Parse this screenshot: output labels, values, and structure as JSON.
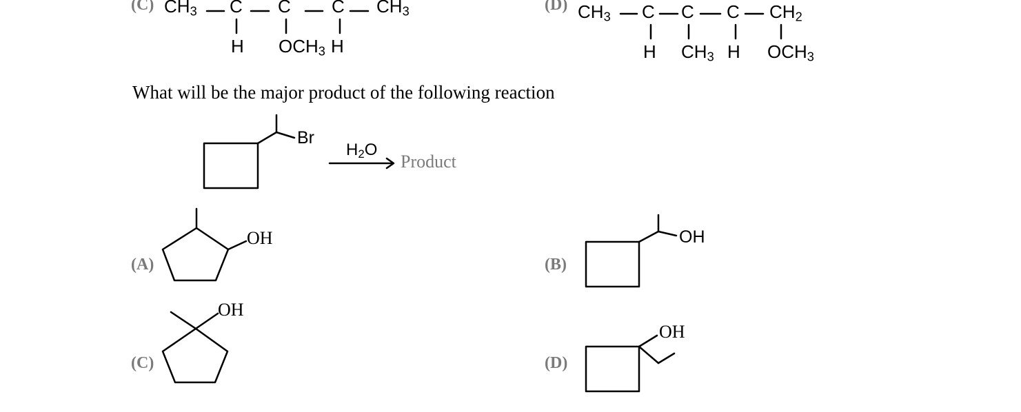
{
  "prev": {
    "C": {
      "label": "(C)",
      "ch3_left": "CH3",
      "c": "C",
      "h": "H",
      "och3": "OCH3",
      "ch3_right": "CH3"
    },
    "D": {
      "label": "(D)",
      "ch3": "CH3",
      "c": "C",
      "ch2": "CH2",
      "h": "H",
      "sub_ch3": "CH3",
      "och3": "OCH3"
    }
  },
  "question": {
    "text": "What will be the major product of the following reaction",
    "reactant_br": "Br",
    "reagent": "H2O",
    "product": "Product"
  },
  "options": {
    "A": {
      "label": "(A)",
      "group": "OH"
    },
    "B": {
      "label": "(B)",
      "group": "OH"
    },
    "C": {
      "label": "(C)",
      "group": "OH"
    },
    "D": {
      "label": "(D)",
      "group": "OH"
    }
  }
}
